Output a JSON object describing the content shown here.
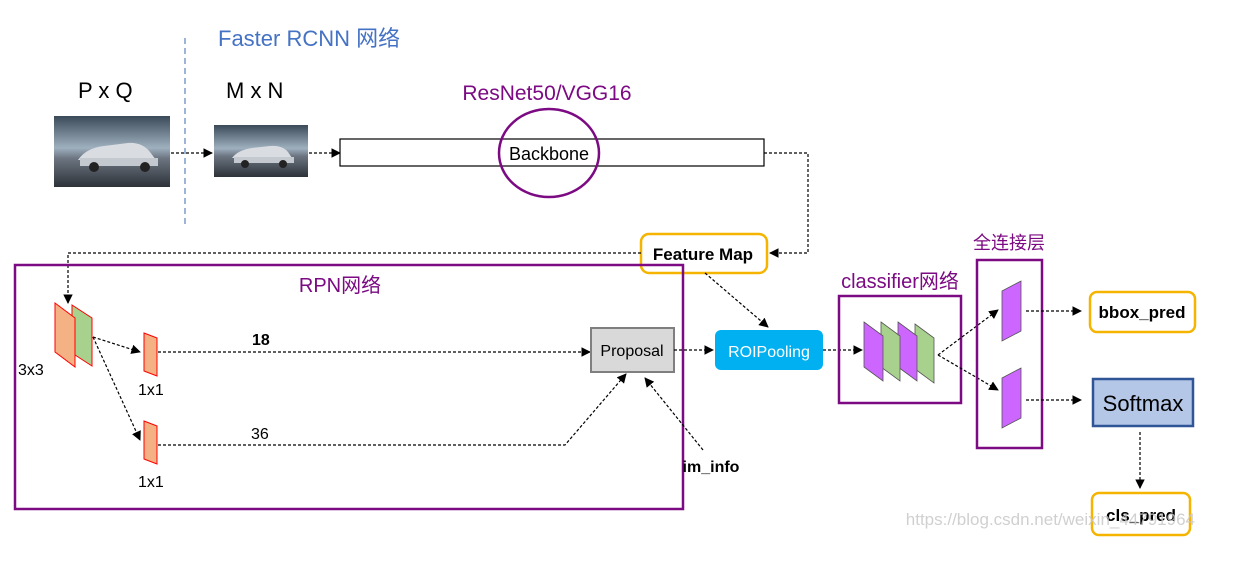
{
  "title": "Faster RCNN 网络",
  "input_size_label": "P x Q",
  "resized_size_label": "M x N",
  "backbone_caption": "ResNet50/VGG16",
  "backbone_label": "Backbone",
  "feature_map_label": "Feature Map",
  "rpn_title": "RPN网络",
  "conv3_label": "3x3",
  "conv1_top_label": "1x1",
  "conv1_bottom_label": "1x1",
  "branch_top_value": "18",
  "branch_bottom_value": "36",
  "proposal_label": "Proposal",
  "im_info_label": "im_info",
  "roipooling_label": "ROIPooling",
  "classifier_title": "classifier网络",
  "fc_title": "全连接层",
  "bbox_label": "bbox_pred",
  "softmax_label": "Softmax",
  "cls_label": "cls_pred",
  "watermark": "https://blog.csdn.net/weixin_44791964",
  "colors": {
    "title_blue": "#4472c4",
    "purple": "#7b0a83",
    "feature_map_border": "#f5b400",
    "roipooling_fill": "#00b0f0",
    "softmax_fill": "#b4c7e7",
    "softmax_border": "#2f5597",
    "conv_orange": "#f4b183",
    "conv_red_border": "#ff0000",
    "conv_green": "#a9d18e",
    "fc_violet": "#cc66ff",
    "proposal_fill": "#d9d9d9"
  }
}
